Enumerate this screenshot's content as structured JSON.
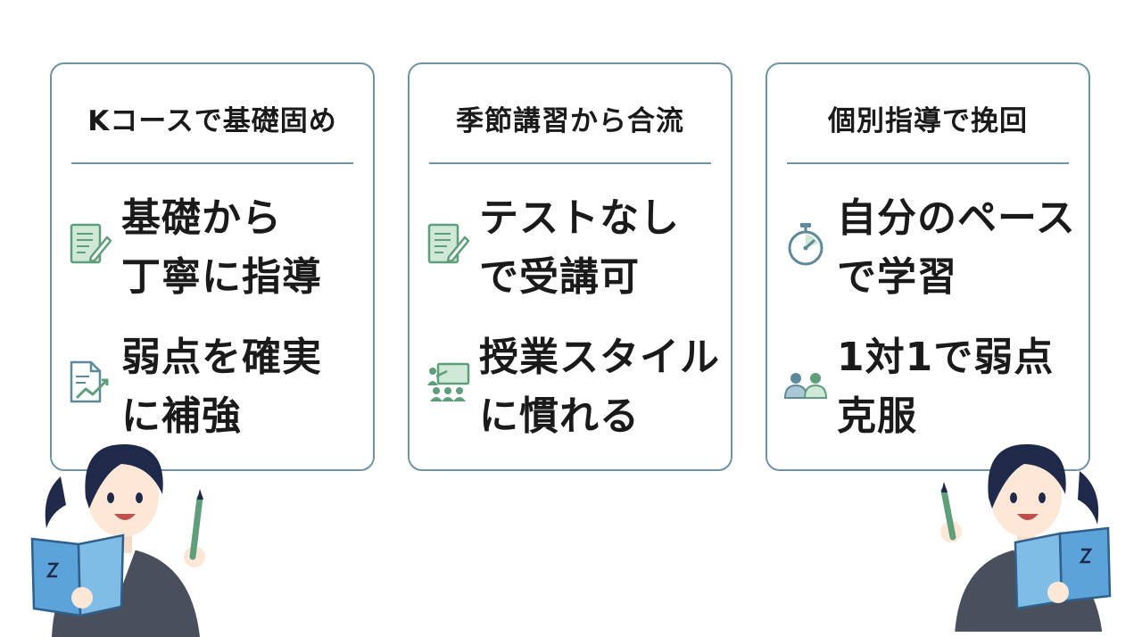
{
  "colors": {
    "card_border": "#6f93a3",
    "icon_green": "#5f9e7b",
    "icon_teal": "#5c8a9a",
    "text": "#1a1a1a",
    "book_blue": "#5ba3d9",
    "hair_navy": "#1f2a4a",
    "suit_gray": "#4a4f5c"
  },
  "cards": [
    {
      "title": "Kコースで基礎固め",
      "items": [
        {
          "icon": "document-pencil-icon",
          "text": "基礎から\n丁寧に指導"
        },
        {
          "icon": "chart-report-icon",
          "text": "弱点を確実\nに補強"
        }
      ]
    },
    {
      "title": "季節講習から合流",
      "items": [
        {
          "icon": "document-pencil-icon",
          "text": "テストなし\nで受講可"
        },
        {
          "icon": "classroom-icon",
          "text": "授業スタイル\nに慣れる"
        }
      ]
    },
    {
      "title": "個別指導で挽回",
      "items": [
        {
          "icon": "stopwatch-icon",
          "text": "自分のペース\nで学習"
        },
        {
          "icon": "two-people-icon",
          "text": "1対1で弱点\n克服"
        }
      ]
    }
  ],
  "illustrations": {
    "left": "student-with-book-and-pencil",
    "right": "student-with-book-and-pencil"
  }
}
